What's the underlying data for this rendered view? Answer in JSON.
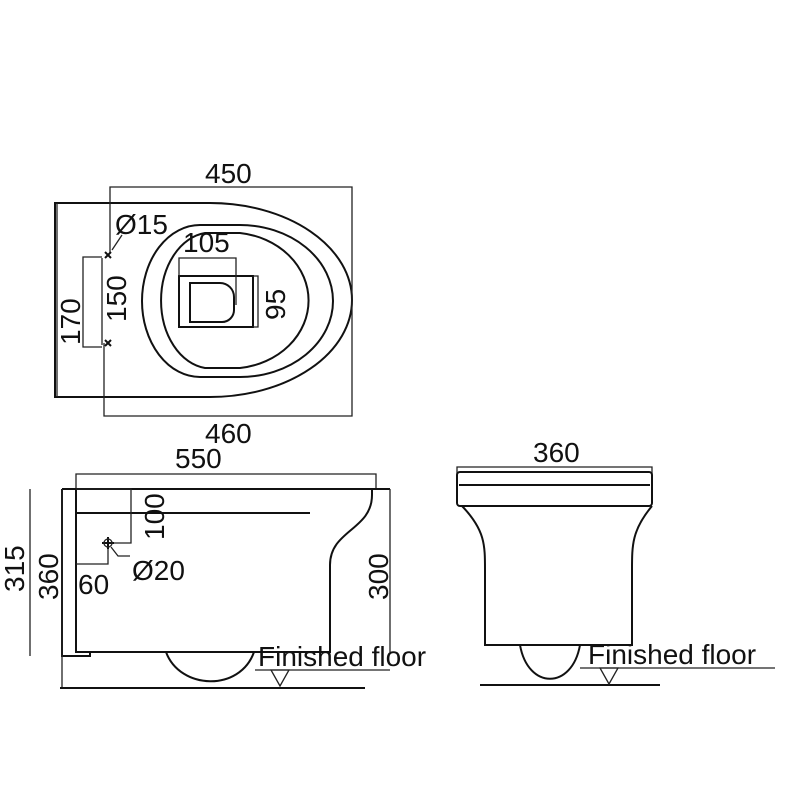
{
  "top_view": {
    "dim_width_top": "450",
    "dim_width_bottom": "460",
    "dim_height": "170",
    "dim_hole_spacing": "150",
    "dim_hole_dia": "Ø15",
    "dim_outlet_width": "105",
    "dim_outlet_height": "95"
  },
  "side_view": {
    "dim_length": "550",
    "dim_315": "315",
    "dim_360": "360",
    "dim_100": "100",
    "dim_60": "60",
    "dim_inlet_dia": "Ø20",
    "dim_300": "300",
    "floor_label": "Finished floor"
  },
  "front_view": {
    "dim_width": "360",
    "floor_label": "Finished floor"
  }
}
